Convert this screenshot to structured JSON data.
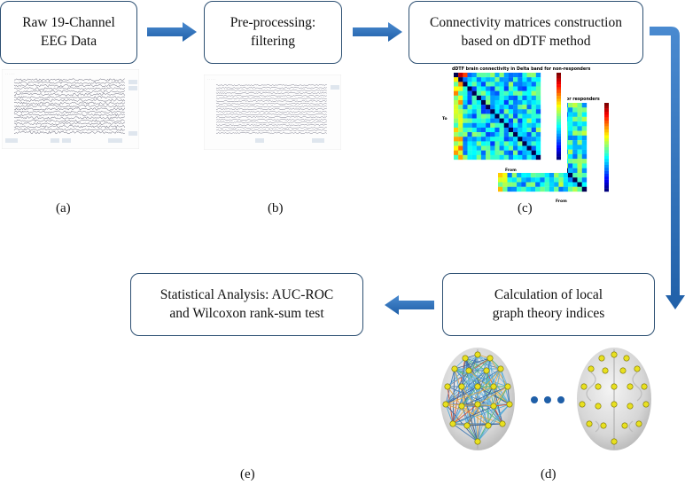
{
  "boxes": {
    "raw_eeg": [
      "Raw 19-Channel",
      "EEG Data"
    ],
    "preprocessing": [
      "Pre-processing:",
      "filtering"
    ],
    "connectivity": [
      "Connectivity matrices construction",
      "based on dDTF method"
    ],
    "graph_indices": [
      "Calculation of local",
      "graph theory indices"
    ],
    "statistics": [
      "Statistical Analysis: AUC-ROC",
      "and Wilcoxon rank-sum test"
    ]
  },
  "panel_labels": {
    "a": "(a)",
    "b": "(b)",
    "c": "(c)",
    "d": "(d)",
    "e": "(e)"
  },
  "matrix_panel": {
    "nonresponders_title": "dDTF brain connectivity in Delta band for non-responders",
    "responders_title": "…lta band for responders",
    "x_axis_label": "From",
    "y_axis_label": "To"
  },
  "colors": {
    "box_border": "#2c4f72",
    "arrow": "#2f6fb5",
    "dots": "#1f5fa8"
  }
}
